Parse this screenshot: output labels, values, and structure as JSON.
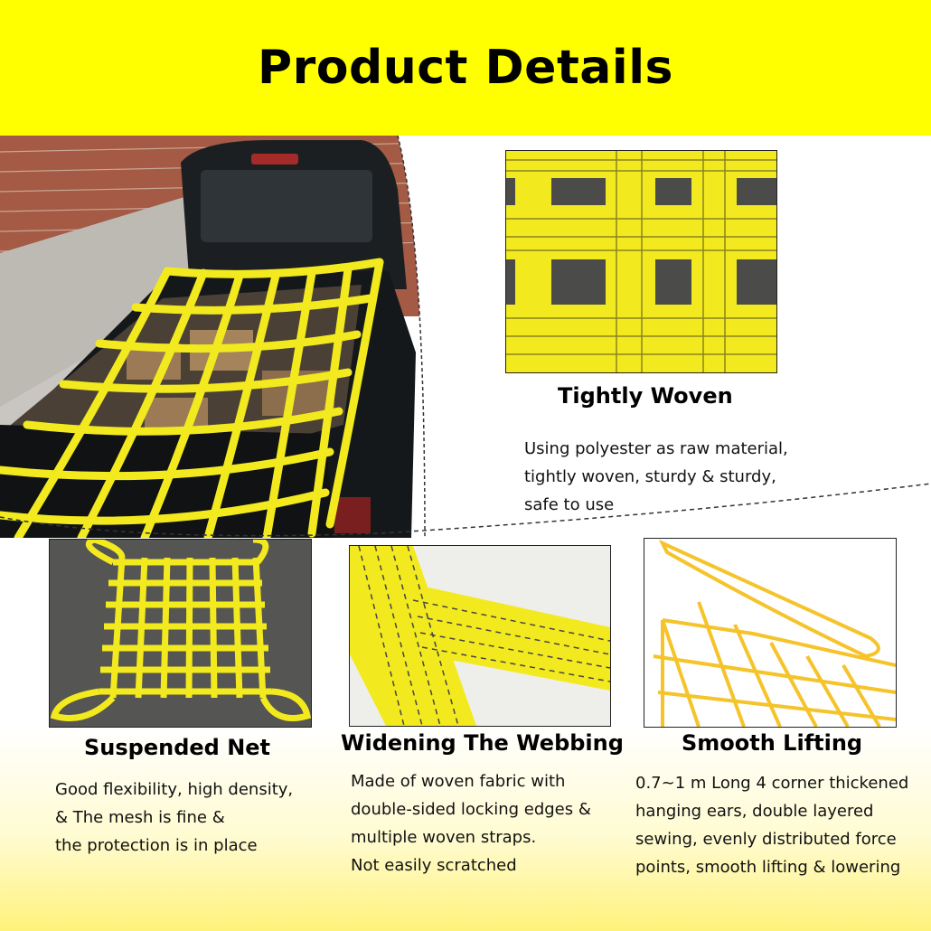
{
  "header": {
    "title": "Product Details"
  },
  "colors": {
    "brand_yellow": "#ffff00",
    "webbing_yellow": "#f2ea1e",
    "text": "#111111"
  },
  "sections": {
    "tightly_woven": {
      "title": "Tightly Woven",
      "lines": [
        "Using polyester as raw material,",
        "tightly woven, sturdy & sturdy,",
        "safe to use"
      ]
    },
    "suspended_net": {
      "title": "Suspended Net",
      "lines": [
        "Good flexibility, high density,",
        "& The mesh is fine &",
        "the protection is in place"
      ]
    },
    "widening_webbing": {
      "title": "Widening The Webbing",
      "lines": [
        "Made of woven fabric with",
        "double-sided locking edges &",
        "multiple woven straps.",
        "Not easily scratched"
      ]
    },
    "smooth_lifting": {
      "title": "Smooth Lifting",
      "lines": [
        "0.7~1 m Long 4 corner thickened",
        "hanging ears, double layered",
        "sewing, evenly distributed force",
        "points, smooth lifting & lowering"
      ]
    }
  }
}
